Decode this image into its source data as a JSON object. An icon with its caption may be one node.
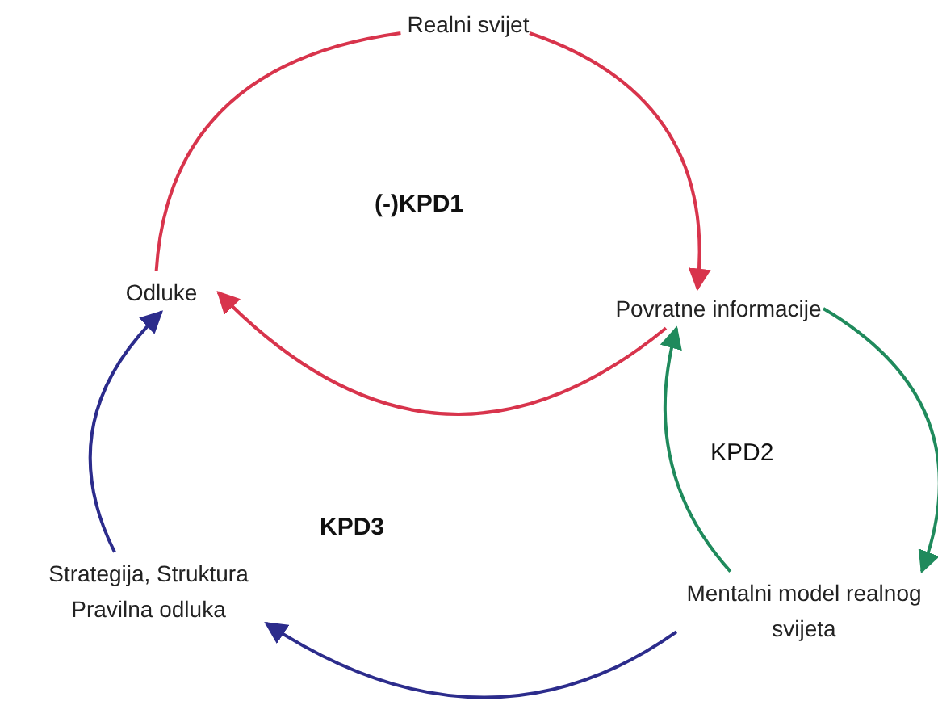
{
  "diagram": {
    "nodes": [
      {
        "text": [
          "Realni svijet"
        ]
      },
      {
        "text": [
          "Povratne informacije"
        ]
      },
      {
        "text": [
          "Odluke"
        ]
      },
      {
        "text": [
          "Mentalni model realnog svijeta"
        ]
      },
      {
        "text": [
          "Strategija, Struktura Pravilna odluka"
        ]
      }
    ],
    "edges": [
      {
        "from": 0,
        "to": 1,
        "arrow": "to"
      },
      {
        "from": 1,
        "to": 2,
        "arrow": "to"
      },
      {
        "from": 2,
        "to": 0,
        "arrow": "none"
      },
      {
        "from": 1,
        "to": 3,
        "arrow": "to",
        "color": "#1f8a5c"
      },
      {
        "from": 3,
        "to": 1,
        "arrow": "to",
        "color": "#1f8a5c"
      },
      {
        "from": 3,
        "to": 4,
        "arrow": "to",
        "color": "#2c2c8c"
      },
      {
        "from": 4,
        "to": 2,
        "arrow": "to",
        "color": "#2c2c8c"
      }
    ],
    "labels": [
      "(-)KPD1",
      "KPD2",
      "KPD3"
    ]
  }
}
